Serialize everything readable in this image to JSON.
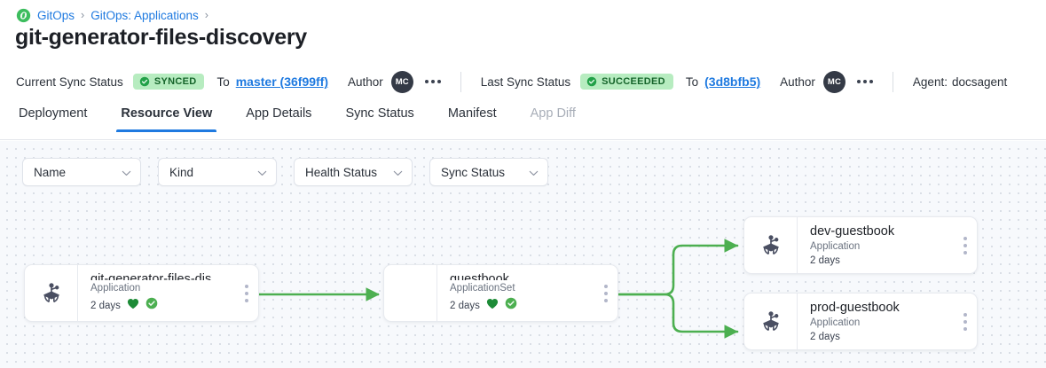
{
  "breadcrumb": {
    "logo_icon": "gitops-logo-icon",
    "items": [
      {
        "label": "GitOps",
        "link": true
      },
      {
        "label": "GitOps: Applications",
        "link": true
      }
    ],
    "separator": "›"
  },
  "page_title": "git-generator-files-discovery",
  "status_bar": {
    "current_sync": {
      "label": "Current Sync Status",
      "badge_text": "SYNCED",
      "badge_icon": "check-circle-icon",
      "badge_bg": "#b7ecc0",
      "badge_color": "#15642a",
      "to_label": "To",
      "revision": "master (36f99ff)",
      "revision_color": "#1f7ae0",
      "author_label": "Author",
      "author_initials": "MC",
      "menu_icon": "more-horizontal-icon"
    },
    "last_sync": {
      "label": "Last Sync Status",
      "badge_text": "SUCCEEDED",
      "badge_icon": "check-circle-icon",
      "badge_bg": "#b7ecc0",
      "badge_color": "#15642a",
      "to_label": "To",
      "revision": "(3d8bfb5)",
      "revision_color": "#1f7ae0",
      "author_label": "Author",
      "author_initials": "MC",
      "menu_icon": "more-horizontal-icon"
    },
    "agent": {
      "label": "Agent:",
      "value": "docsagent"
    }
  },
  "tabs": [
    {
      "label": "Deployment",
      "active": false,
      "disabled": false
    },
    {
      "label": "Resource View",
      "active": true,
      "disabled": false
    },
    {
      "label": "App Details",
      "active": false,
      "disabled": false
    },
    {
      "label": "Sync Status",
      "active": false,
      "disabled": false
    },
    {
      "label": "Manifest",
      "active": false,
      "disabled": false
    },
    {
      "label": "App Diff",
      "active": false,
      "disabled": true
    }
  ],
  "filters": [
    {
      "label": "Name",
      "icon": "chevron-down-icon"
    },
    {
      "label": "Kind",
      "icon": "chevron-down-icon"
    },
    {
      "label": "Health Status",
      "icon": "chevron-down-icon"
    },
    {
      "label": "Sync Status",
      "icon": "chevron-down-icon"
    }
  ],
  "graph": {
    "edge_color": "#4caf50",
    "nodes": [
      {
        "id": "root",
        "title": "git-generator-files-disco…",
        "kind": "Application",
        "age": "2 days",
        "icon": "argo-application-icon",
        "show_icon": true,
        "health_icon": "heart-icon",
        "sync_icon": "check-circle-icon",
        "show_status_icons": true,
        "menu_icon": "more-vertical-icon"
      },
      {
        "id": "appset",
        "title": "guestbook",
        "kind": "ApplicationSet",
        "age": "2 days",
        "icon": "",
        "show_icon": false,
        "health_icon": "heart-icon",
        "sync_icon": "check-circle-icon",
        "show_status_icons": true,
        "menu_icon": "more-vertical-icon"
      },
      {
        "id": "dev",
        "title": "dev-guestbook",
        "kind": "Application",
        "age": "2 days",
        "icon": "argo-application-icon",
        "show_icon": true,
        "show_status_icons": false,
        "menu_icon": "more-vertical-icon"
      },
      {
        "id": "prod",
        "title": "prod-guestbook",
        "kind": "Application",
        "age": "2 days",
        "icon": "argo-application-icon",
        "show_icon": true,
        "show_status_icons": false,
        "menu_icon": "more-vertical-icon"
      }
    ]
  }
}
